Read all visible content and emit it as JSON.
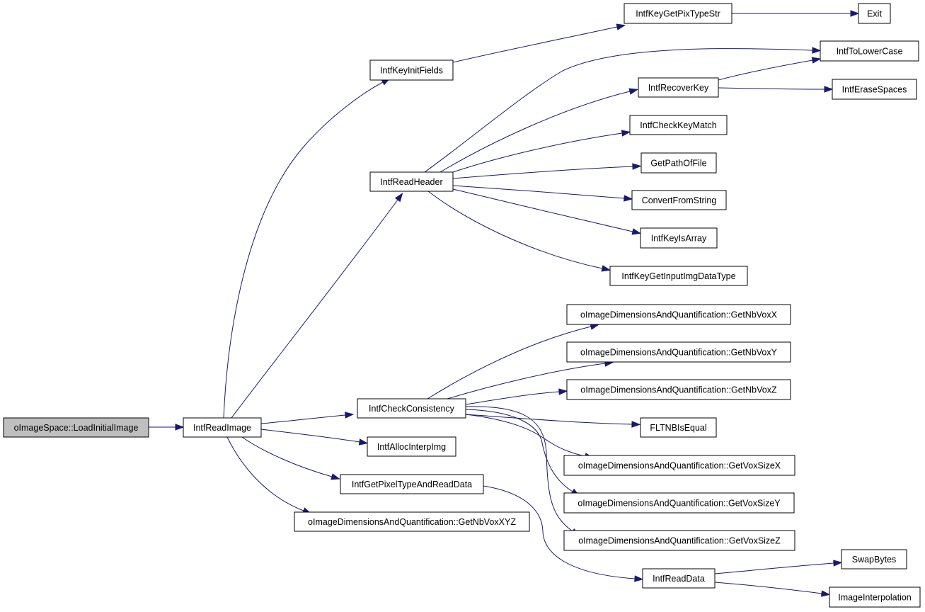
{
  "graph": {
    "type": "call-graph",
    "root": "load_initial_image",
    "nodes": [
      {
        "id": "load_initial_image",
        "label": "oImageSpace::LoadInitialImage",
        "root": true
      },
      {
        "id": "intf_read_image",
        "label": "IntfReadImage"
      },
      {
        "id": "intf_key_init_fields",
        "label": "IntfKeyInitFields"
      },
      {
        "id": "intf_read_header",
        "label": "IntfReadHeader"
      },
      {
        "id": "intf_check_consistency",
        "label": "IntfCheckConsistency"
      },
      {
        "id": "intf_alloc_interp_img",
        "label": "IntfAllocInterpImg"
      },
      {
        "id": "intf_get_pixel_type_and_read_data",
        "label": "IntfGetPixelTypeAndReadData"
      },
      {
        "id": "get_nb_vox_xyz",
        "label": "oImageDimensionsAndQuantification::GetNbVoxXYZ"
      },
      {
        "id": "intf_key_get_pix_type_str",
        "label": "IntfKeyGetPixTypeStr"
      },
      {
        "id": "exit",
        "label": "Exit"
      },
      {
        "id": "intf_to_lower_case",
        "label": "IntfToLowerCase"
      },
      {
        "id": "intf_recover_key",
        "label": "IntfRecoverKey"
      },
      {
        "id": "intf_erase_spaces",
        "label": "IntfEraseSpaces"
      },
      {
        "id": "intf_check_key_match",
        "label": "IntfCheckKeyMatch"
      },
      {
        "id": "get_path_of_file",
        "label": "GetPathOfFile"
      },
      {
        "id": "convert_from_string",
        "label": "ConvertFromString"
      },
      {
        "id": "intf_key_is_array",
        "label": "IntfKeyIsArray"
      },
      {
        "id": "intf_key_get_input_img_data_type",
        "label": "IntfKeyGetInputImgDataType"
      },
      {
        "id": "get_nb_vox_x",
        "label": "oImageDimensionsAndQuantification::GetNbVoxX"
      },
      {
        "id": "get_nb_vox_y",
        "label": "oImageDimensionsAndQuantification::GetNbVoxY"
      },
      {
        "id": "get_nb_vox_z",
        "label": "oImageDimensionsAndQuantification::GetNbVoxZ"
      },
      {
        "id": "fltnb_is_equal",
        "label": "FLTNBIsEqual"
      },
      {
        "id": "get_vox_size_x",
        "label": "oImageDimensionsAndQuantification::GetVoxSizeX"
      },
      {
        "id": "get_vox_size_y",
        "label": "oImageDimensionsAndQuantification::GetVoxSizeY"
      },
      {
        "id": "get_vox_size_z",
        "label": "oImageDimensionsAndQuantification::GetVoxSizeZ"
      },
      {
        "id": "intf_read_data",
        "label": "IntfReadData"
      },
      {
        "id": "swap_bytes",
        "label": "SwapBytes"
      },
      {
        "id": "image_interpolation",
        "label": "ImageInterpolation"
      }
    ],
    "edges": [
      {
        "from": "load_initial_image",
        "to": "intf_read_image"
      },
      {
        "from": "intf_read_image",
        "to": "intf_key_init_fields"
      },
      {
        "from": "intf_read_image",
        "to": "intf_read_header"
      },
      {
        "from": "intf_read_image",
        "to": "intf_check_consistency"
      },
      {
        "from": "intf_read_image",
        "to": "intf_alloc_interp_img"
      },
      {
        "from": "intf_read_image",
        "to": "intf_get_pixel_type_and_read_data"
      },
      {
        "from": "intf_read_image",
        "to": "get_nb_vox_xyz"
      },
      {
        "from": "intf_key_init_fields",
        "to": "intf_key_get_pix_type_str"
      },
      {
        "from": "intf_key_get_pix_type_str",
        "to": "exit"
      },
      {
        "from": "intf_read_header",
        "to": "intf_to_lower_case"
      },
      {
        "from": "intf_read_header",
        "to": "intf_recover_key"
      },
      {
        "from": "intf_read_header",
        "to": "intf_check_key_match"
      },
      {
        "from": "intf_read_header",
        "to": "get_path_of_file"
      },
      {
        "from": "intf_read_header",
        "to": "convert_from_string"
      },
      {
        "from": "intf_read_header",
        "to": "intf_key_is_array"
      },
      {
        "from": "intf_read_header",
        "to": "intf_key_get_input_img_data_type"
      },
      {
        "from": "intf_recover_key",
        "to": "intf_to_lower_case"
      },
      {
        "from": "intf_recover_key",
        "to": "intf_erase_spaces"
      },
      {
        "from": "intf_check_consistency",
        "to": "get_nb_vox_x"
      },
      {
        "from": "intf_check_consistency",
        "to": "get_nb_vox_y"
      },
      {
        "from": "intf_check_consistency",
        "to": "get_nb_vox_z"
      },
      {
        "from": "intf_check_consistency",
        "to": "fltnb_is_equal"
      },
      {
        "from": "intf_check_consistency",
        "to": "get_vox_size_x"
      },
      {
        "from": "intf_check_consistency",
        "to": "get_vox_size_y"
      },
      {
        "from": "intf_check_consistency",
        "to": "get_vox_size_z"
      },
      {
        "from": "intf_get_pixel_type_and_read_data",
        "to": "intf_read_data"
      },
      {
        "from": "intf_read_data",
        "to": "swap_bytes"
      },
      {
        "from": "intf_read_data",
        "to": "image_interpolation"
      }
    ]
  }
}
